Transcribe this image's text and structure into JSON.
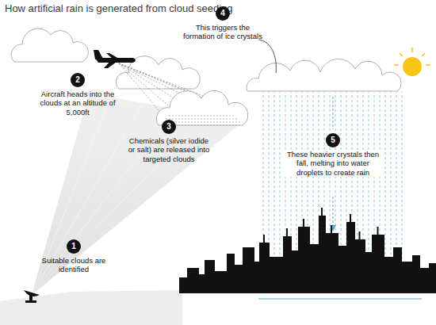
{
  "diagram": {
    "title": "How artificial rain is generated from cloud seeding",
    "nodes": [
      {
        "text": [
          "1",
          "Suitable clouds are identified"
        ]
      },
      {
        "text": [
          "2",
          "Aircraft heads into the clouds at an altitude of 5,000ft"
        ]
      },
      {
        "text": [
          "3",
          "Chemicals (silver iodide or salt) are released into targeted clouds"
        ]
      },
      {
        "text": [
          "4",
          "This triggers the formation of ice crystals"
        ]
      },
      {
        "text": [
          "5",
          "These heavier crystals then fall, melting into water droplets to create rain"
        ]
      }
    ]
  }
}
